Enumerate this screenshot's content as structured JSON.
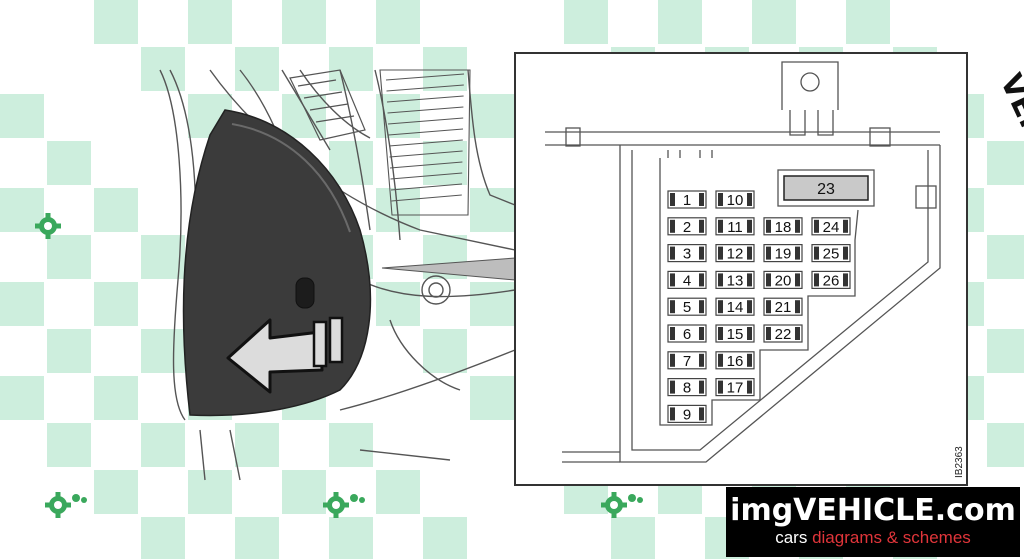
{
  "diagram": {
    "fuses": [
      {
        "label": "1"
      },
      {
        "label": "2"
      },
      {
        "label": "3"
      },
      {
        "label": "4"
      },
      {
        "label": "5"
      },
      {
        "label": "6"
      },
      {
        "label": "7"
      },
      {
        "label": "8"
      },
      {
        "label": "9"
      },
      {
        "label": "10"
      },
      {
        "label": "11"
      },
      {
        "label": "12"
      },
      {
        "label": "13"
      },
      {
        "label": "14"
      },
      {
        "label": "15"
      },
      {
        "label": "16"
      },
      {
        "label": "17"
      },
      {
        "label": "18"
      },
      {
        "label": "19"
      },
      {
        "label": "20"
      },
      {
        "label": "21"
      },
      {
        "label": "22"
      },
      {
        "label": "24"
      },
      {
        "label": "25"
      },
      {
        "label": "26"
      }
    ],
    "relay": {
      "label": "23"
    },
    "drawing_code": "IB2363"
  },
  "watermark": {
    "side_text": "VEHICLE",
    "logo_main": "imgVEHICLE.com",
    "logo_sub_1": "cars",
    "logo_sub_2": "diagrams & schemes"
  },
  "colors": {
    "watermark_tile": "#cdeedd",
    "gear": "#3aa85c",
    "cover_dark": "#3b3b3b",
    "logo_bg": "#000000",
    "logo_accent": "#e0353a"
  }
}
